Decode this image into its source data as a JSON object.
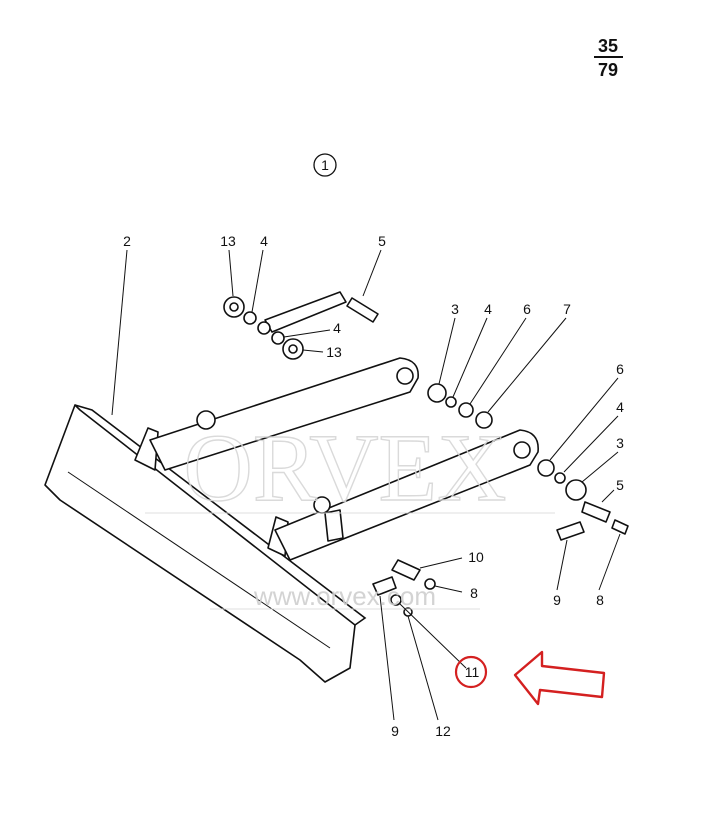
{
  "page_number": {
    "top": "35",
    "bottom": "79"
  },
  "view_marker": "1",
  "watermark": {
    "brand": "ORVEX",
    "url": "www.orvex.com"
  },
  "callouts": [
    {
      "id": "c2",
      "text": "2"
    },
    {
      "id": "c13a",
      "text": "13"
    },
    {
      "id": "c4a",
      "text": "4"
    },
    {
      "id": "c5a",
      "text": "5"
    },
    {
      "id": "c4b",
      "text": "4"
    },
    {
      "id": "c13b",
      "text": "13"
    },
    {
      "id": "c3a",
      "text": "3"
    },
    {
      "id": "c4c",
      "text": "4"
    },
    {
      "id": "c6a",
      "text": "6"
    },
    {
      "id": "c7",
      "text": "7"
    },
    {
      "id": "c6b",
      "text": "6"
    },
    {
      "id": "c4d",
      "text": "4"
    },
    {
      "id": "c3b",
      "text": "3"
    },
    {
      "id": "c5b",
      "text": "5"
    },
    {
      "id": "c9a",
      "text": "9"
    },
    {
      "id": "c8a",
      "text": "8"
    },
    {
      "id": "c10",
      "text": "10"
    },
    {
      "id": "c8b",
      "text": "8"
    },
    {
      "id": "c11",
      "text": "11"
    },
    {
      "id": "c9b",
      "text": "9"
    },
    {
      "id": "c12",
      "text": "12"
    }
  ],
  "highlight": {
    "callout": "11",
    "color": "#d42020"
  }
}
